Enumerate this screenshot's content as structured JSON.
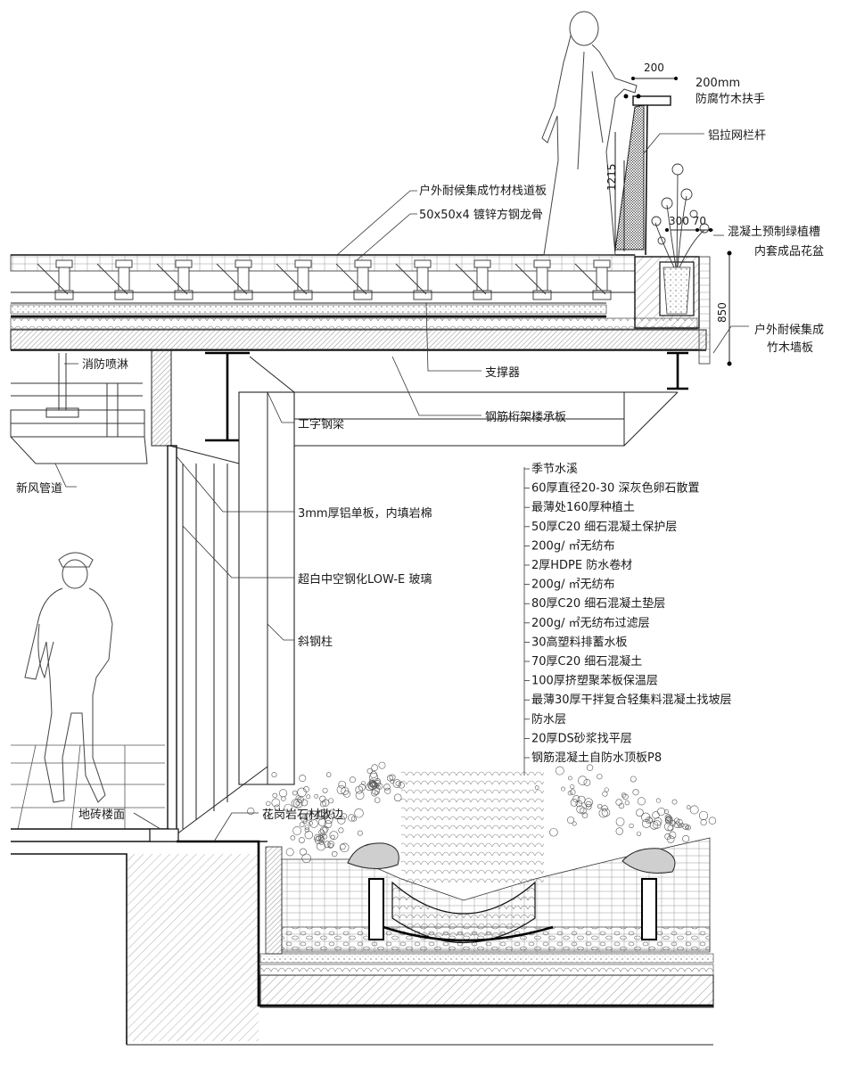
{
  "labels": {
    "handrail_dim": "200",
    "handrail_name_1": "200mm",
    "handrail_name_2": "防腐竹木扶手",
    "railing": "铝拉网栏杆",
    "rail_height": "1215",
    "decking": "户外耐候集成竹材栈道板",
    "keel": "50x50x4 镀锌方钢龙骨",
    "planter_dim": "300 70",
    "planter_1": "混凝土预制绿植槽",
    "planter_2": "内套成品花盆",
    "planter_height": "850",
    "wall_board_1": "户外耐候集成",
    "wall_board_2": "竹木墙板",
    "pedestal": "支撑器",
    "sprinkler": "消防喷淋",
    "truss_deck": "钢筋桁架楼承板",
    "i_beam": "工字钢梁",
    "fresh_air": "新风管道",
    "al_panel": "3mm厚铝单板，内填岩棉",
    "glass": "超白中空钢化LOW-E 玻璃",
    "column": "斜钢柱",
    "tile_floor": "地砖楼面",
    "granite": "花岗岩石材收边"
  },
  "layers": [
    "季节水溪",
    "60厚直径20-30 深灰色卵石散置",
    "最薄处160厚种植土",
    "50厚C20 细石混凝土保护层",
    "200g/ ㎡无纺布",
    "2厚HDPE 防水卷材",
    "200g/ ㎡无纺布",
    "80厚C20 细石混凝土垫层",
    "200g/ ㎡无纺布过滤层",
    "30高塑料排蓄水板",
    "70厚C20 细石混凝土",
    "100厚挤塑聚苯板保温层",
    "最薄30厚干拌复合轻集料混凝土找坡层",
    "防水层",
    "20厚DS砂浆找平层",
    "钢筋混凝土自防水顶板P8"
  ]
}
